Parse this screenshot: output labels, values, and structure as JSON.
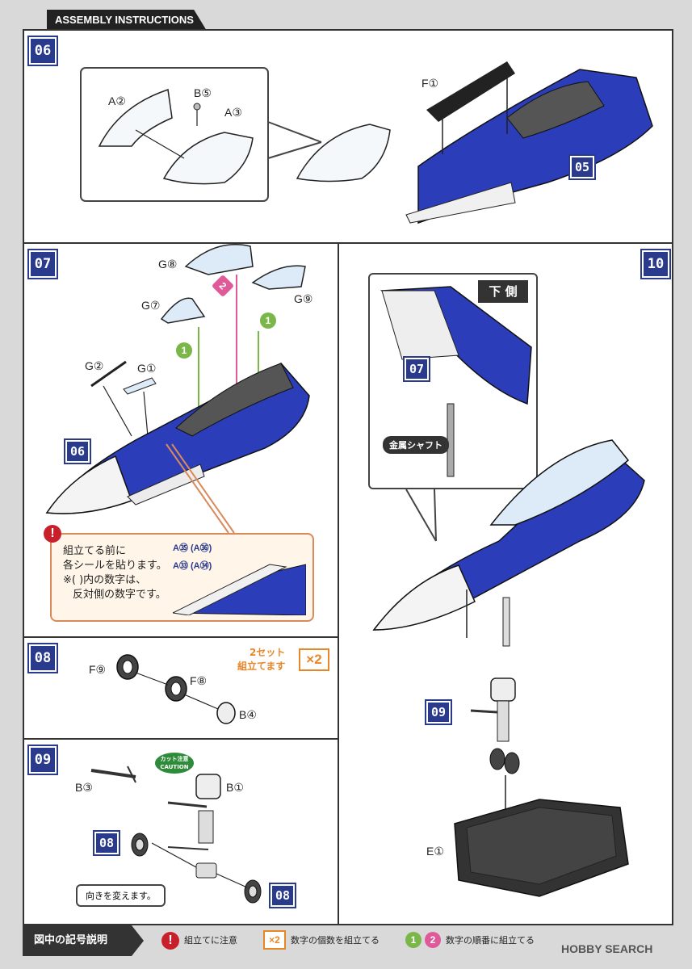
{
  "header": {
    "title": "ASSEMBLY INSTRUCTIONS"
  },
  "steps": {
    "s06": "06",
    "s07": "07",
    "s08": "08",
    "s09": "09",
    "s10": "10",
    "ref05": "05",
    "ref06": "06",
    "ref07": "07",
    "ref08a": "08",
    "ref08b": "08",
    "ref09": "09"
  },
  "parts": {
    "a2": "A②",
    "b5": "B⑤",
    "a3": "A③",
    "f1": "F①",
    "g8": "G⑧",
    "g7": "G⑦",
    "g9": "G⑨",
    "g2": "G②",
    "g1": "G①",
    "f9": "F⑨",
    "f8": "F⑧",
    "b4": "B④",
    "b3": "B③",
    "b1": "B①",
    "e1": "E①"
  },
  "note": {
    "line1": "組立てる前に",
    "line2": "各シールを貼ります。",
    "line3": "※( )内の数字は、",
    "line4": "反対側の数字です。",
    "sticker1": "A㉟ (A㊱)",
    "sticker2": "A㉝ (A㉞)"
  },
  "step08": {
    "set_line1": "2セット",
    "set_line2": "組立てます",
    "mult": "×2"
  },
  "step09": {
    "caution_jp": "カット注意",
    "caution_en": "CAUTION",
    "direction": "向きを変えます。"
  },
  "step10": {
    "underside": "下 側",
    "shaft": "金属シャフト"
  },
  "order_badges": {
    "one": "1",
    "two": "2"
  },
  "legend": {
    "title": "図中の記号説明",
    "warn_icon": "!",
    "warn_label": "組立てに注意",
    "mult_icon": "×2",
    "mult_label": "数字の個数を組立てる",
    "order_label": "数字の順番に組立てる"
  },
  "watermark": "HOBBY SEARCH",
  "colors": {
    "step_blue": "#2a3a8c",
    "plane_blue": "#2b3db8",
    "order_green": "#7ab648",
    "order_pink": "#e05a9a",
    "warn_red": "#c8202a",
    "orange": "#e8872a"
  }
}
